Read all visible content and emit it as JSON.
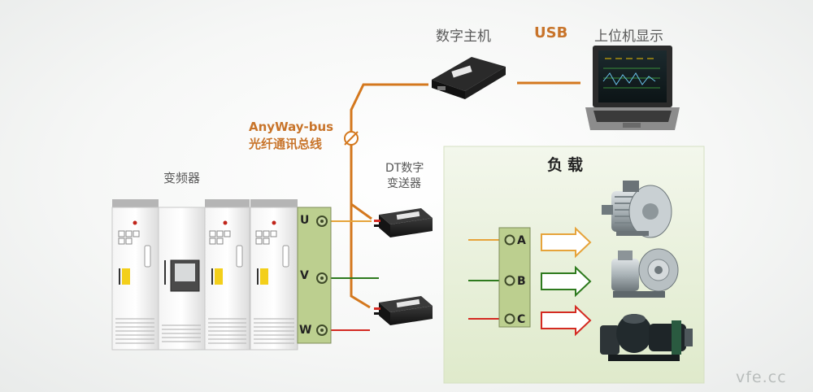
{
  "labels": {
    "digital_host": "数字主机",
    "usb": "USB",
    "host_display": "上位机显示",
    "bus_name": "AnyWay-bus",
    "bus_desc": "光纤通讯总线",
    "vfd": "变频器",
    "dt_line1": "DT数字",
    "dt_line2": "变送器",
    "load": "负载",
    "watermark": "vfe.cc"
  },
  "terminals": {
    "inverter": [
      "U",
      "V",
      "W"
    ],
    "load": [
      "A",
      "B",
      "C"
    ]
  },
  "colors": {
    "fiber": "#d4781e",
    "phase_u": "#e6a33a",
    "phase_v": "#2e7a1e",
    "phase_w": "#d42a22",
    "terminal_block": "#bccf8f",
    "load_panel": "#eaf2dc"
  }
}
